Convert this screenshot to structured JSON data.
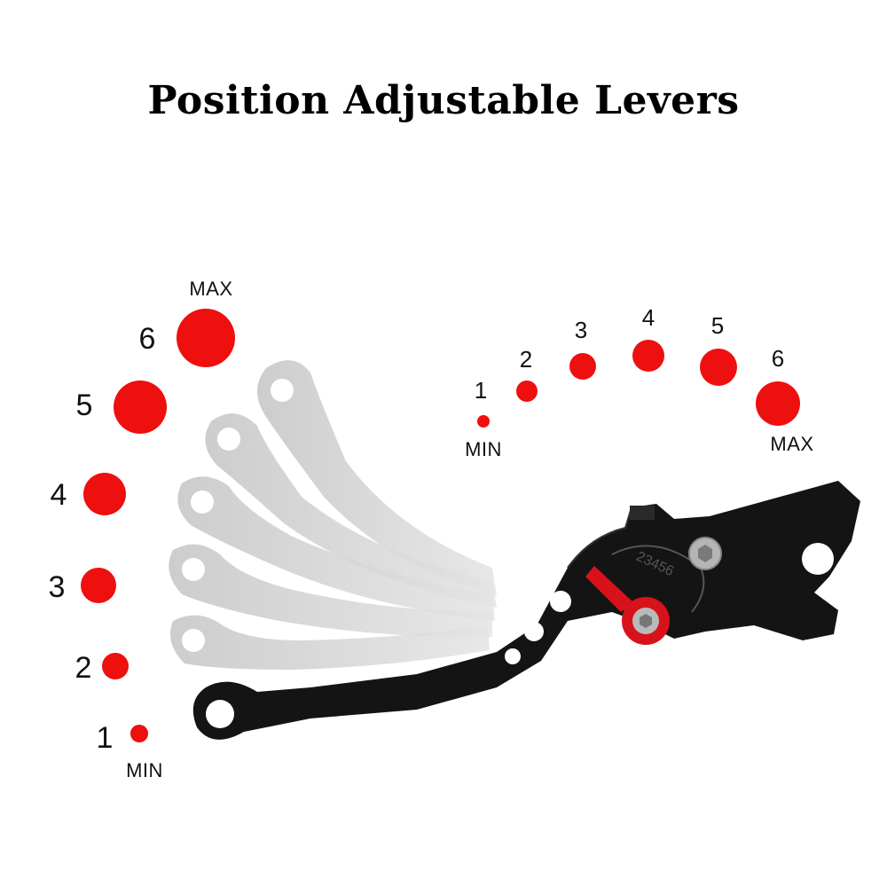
{
  "title": "Position Adjustable Levers",
  "colors": {
    "dot": "#ee0f0f",
    "lever": "#141414",
    "ghost": "#cfcfcf",
    "accent": "#d8121b"
  },
  "left_scale": {
    "min_label": "MIN",
    "max_label": "MAX",
    "positions": [
      "1",
      "2",
      "3",
      "4",
      "5",
      "6"
    ]
  },
  "right_scale": {
    "min_label": "MIN",
    "max_label": "MAX",
    "positions": [
      "1",
      "2",
      "3",
      "4",
      "5",
      "6"
    ]
  },
  "dial_text": "23456",
  "icons": [
    "brake-lever-image",
    "adjuster-knob-icon",
    "hex-bolt-icon"
  ]
}
